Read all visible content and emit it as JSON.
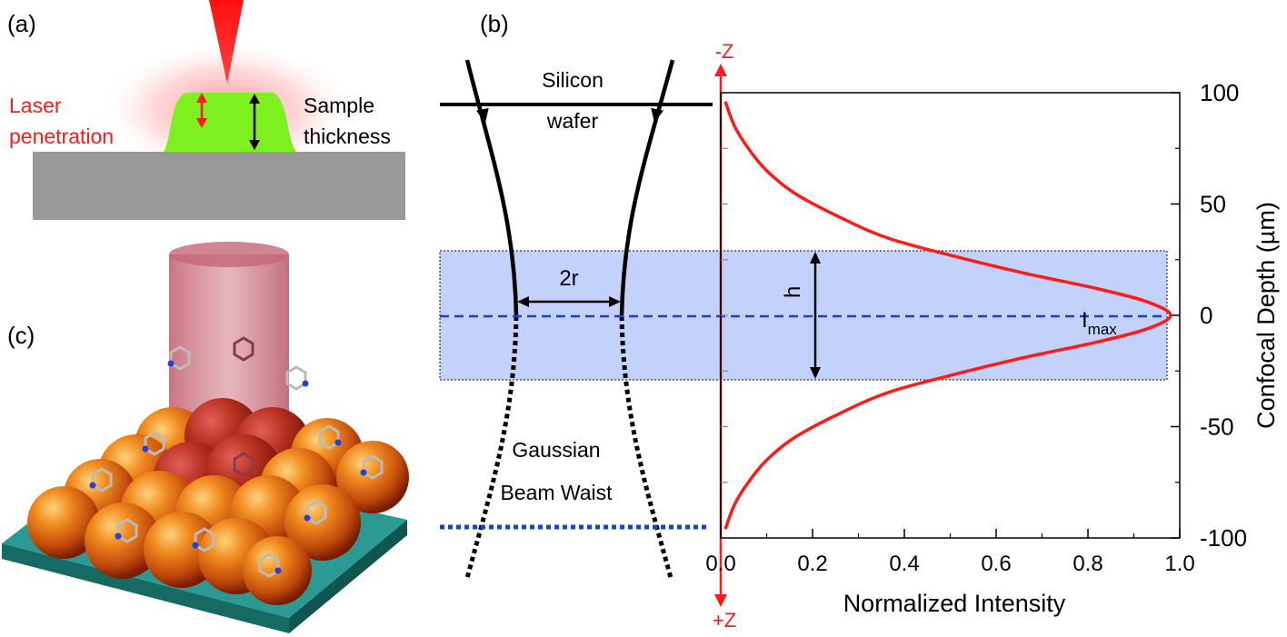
{
  "panels": {
    "a": {
      "label": "(a)",
      "laser_text_1": "Laser",
      "laser_text_2": "penetration",
      "sample_text_1": "Sample",
      "sample_text_2": "thickness"
    },
    "b": {
      "label": "(b)",
      "silicon_1": "Silicon",
      "silicon_2": "wafer",
      "radius_label": "2r",
      "height_label": "h",
      "imax_main": "I",
      "imax_sub": "max",
      "gaussian_1": "Gaussian",
      "gaussian_2": "Beam Waist",
      "neg_z": "-Z",
      "pos_z": "+Z"
    },
    "c": {
      "label": "(c)"
    }
  },
  "colors": {
    "red": "#ff1a1a",
    "green": "#7df020",
    "substrate_gray": "#999999",
    "band_blue": "#c3d2fa",
    "dash_blue": "#1a3fe0",
    "teal": "#1f7f78",
    "sphere": "#d85a10"
  },
  "chart_data": {
    "type": "line",
    "xlabel": "Normalized Intensity",
    "ylabel": "Confocal Depth (µm)",
    "xlim": [
      0.0,
      1.0
    ],
    "ylim": [
      -100,
      100
    ],
    "x_ticks": [
      "0.0",
      "0.2",
      "0.4",
      "0.6",
      "0.8",
      "1.0"
    ],
    "y_ticks": [
      "100",
      "50",
      "0",
      "-50",
      "-100"
    ],
    "series": [
      {
        "color": "#ff1a1a",
        "x": [
          0.01,
          0.03,
          0.06,
          0.1,
          0.16,
          0.25,
          0.36,
          0.5,
          0.66,
          0.82,
          0.93,
          0.98,
          0.93,
          0.82,
          0.66,
          0.5,
          0.36,
          0.25,
          0.16,
          0.1,
          0.06,
          0.03,
          0.01
        ],
        "y": [
          96,
          85,
          75,
          65,
          55,
          45,
          35,
          27,
          19,
          12,
          6,
          0,
          -6,
          -12,
          -19,
          -27,
          -35,
          -45,
          -55,
          -65,
          -75,
          -85,
          -96
        ]
      }
    ]
  }
}
